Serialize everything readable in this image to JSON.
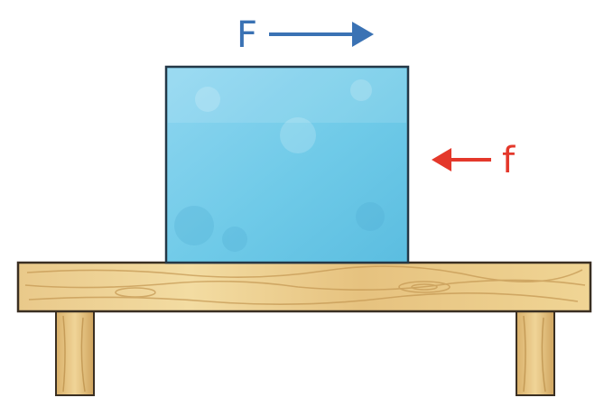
{
  "forces": {
    "applied": {
      "label": "F",
      "direction": "right",
      "color": "#3a72b4"
    },
    "friction": {
      "label": "f",
      "direction": "left",
      "color": "#e4382b"
    }
  },
  "colors": {
    "block_fill": "#6fcae8",
    "block_fill_light": "#9adcf2",
    "block_outline": "#243847",
    "wood_light": "#f0d89a",
    "wood_dark": "#c99f56",
    "wood_outline": "#3a2f22"
  }
}
